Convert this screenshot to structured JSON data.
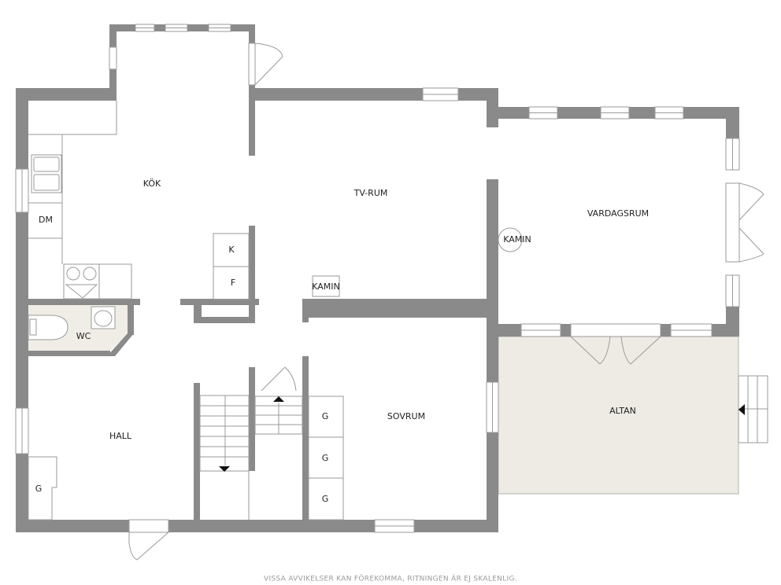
{
  "rooms": {
    "kok": "KÖK",
    "tv_rum": "TV-RUM",
    "vardagsrum": "VARDAGSRUM",
    "dm": "DM",
    "wc": "WC",
    "hall": "HALL",
    "sovrum": "SOVRUM",
    "altan": "ALTAN"
  },
  "fixtures": {
    "kamin_tv": "KAMIN",
    "kamin_vardagsrum": "KAMIN",
    "kyl": "K",
    "frys": "F",
    "g_hall": "G",
    "g_sovrum_1": "G",
    "g_sovrum_2": "G",
    "g_sovrum_3": "G"
  },
  "disclaimer": "VISSA AVVIKELSER KAN FÖREKOMMA, RITNINGEN ÄR EJ SKALENLIG.",
  "colors": {
    "wall": "#8a8a8a",
    "floor": "#ffffff",
    "altan": "#edebe4",
    "wc": "#efede6",
    "line": "#9a9a9a"
  }
}
